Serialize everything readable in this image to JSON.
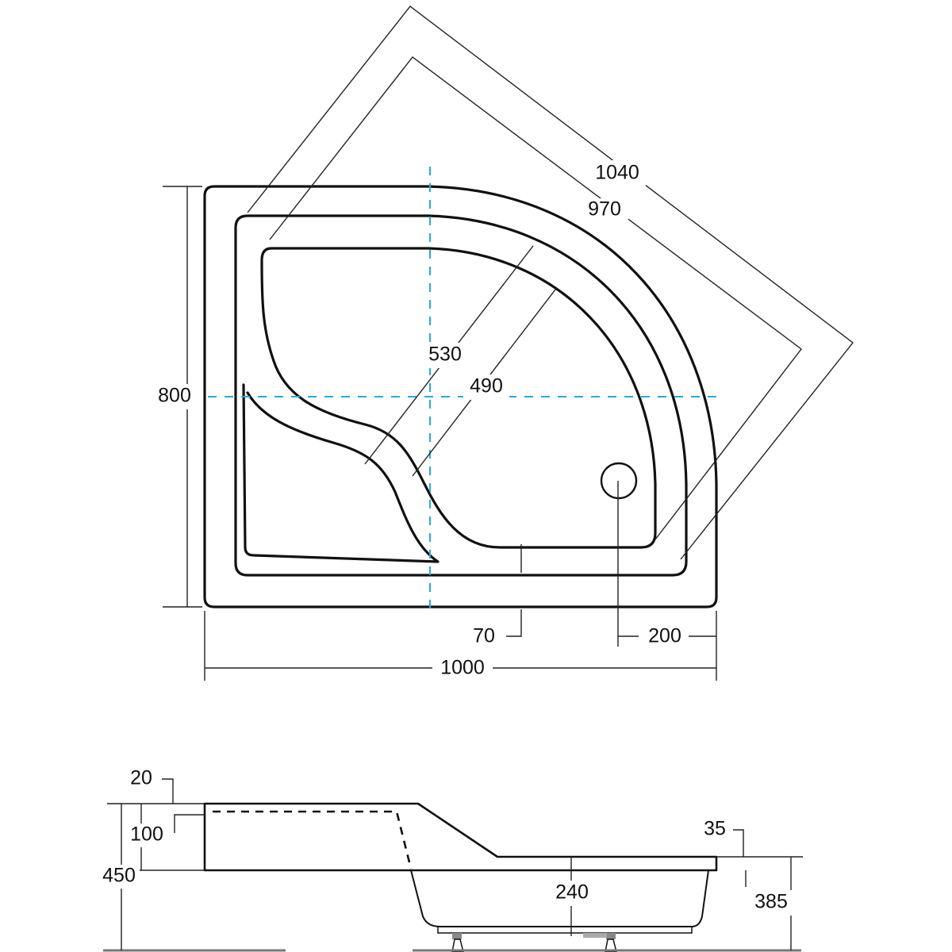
{
  "top_view": {
    "dims": {
      "diag_outer": "1040",
      "diag_inner": "970",
      "seat_outer": "530",
      "seat_inner": "490",
      "height": "800",
      "rim": "70",
      "drain_offset": "200",
      "width": "1000"
    },
    "colors": {
      "centerline": "#2aa7e0",
      "outline": "#111111"
    }
  },
  "side_view": {
    "dims": {
      "rim_thickness": "20",
      "seat_height": "100",
      "total_height": "450",
      "edge": "35",
      "depth": "240",
      "tray_height": "385"
    }
  }
}
